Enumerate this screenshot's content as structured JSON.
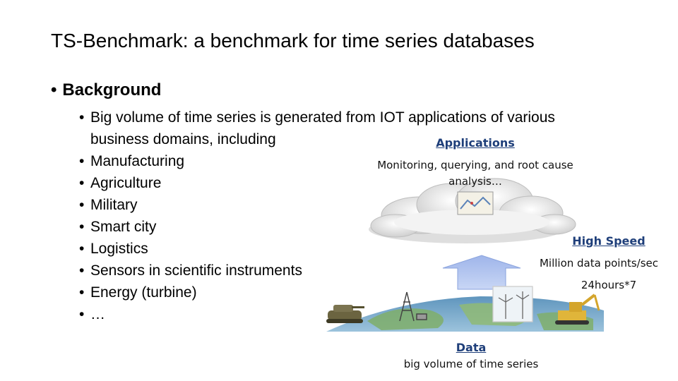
{
  "slide": {
    "title": "TS-Benchmark: a benchmark for time series databases",
    "section_bullet": "•",
    "section_heading": "Background",
    "intro_line1": "Big volume of time series is generated from IOT applications of various",
    "intro_line2": "business domains, including",
    "items": [
      "Manufacturing",
      "Agriculture",
      "Military",
      "Smart city",
      "Logistics",
      "Sensors in scientific instruments",
      "Energy (turbine)",
      "…"
    ],
    "bullet_char": "•"
  },
  "diagram": {
    "applications": {
      "heading": "Applications",
      "desc_line1": "Monitoring, querying, and root cause",
      "desc_line2": "analysis…"
    },
    "speed": {
      "heading": "High Speed",
      "desc_line1": "Million data points/sec",
      "desc_line2": "24hours*7"
    },
    "data": {
      "heading": "Data",
      "desc": "big volume of time series"
    },
    "colors": {
      "arrow": "#b4c7f0",
      "earth_water": "#4a7fa8",
      "earth_land": "#7fae6a",
      "heading": "#1f3f7a",
      "cloud": "#e6e6e6"
    }
  }
}
